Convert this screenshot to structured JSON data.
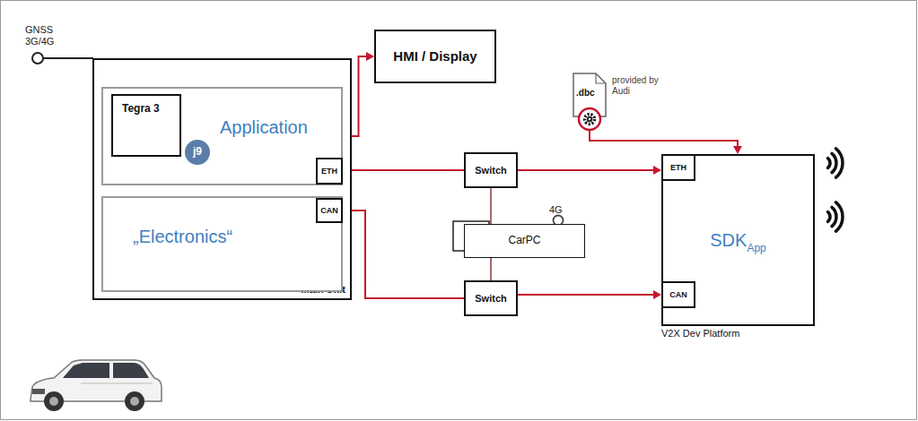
{
  "diagram": {
    "nodes": [
      {
        "text": [
          "Main Unit"
        ]
      },
      {
        "text": [
          "Application"
        ],
        "in": 0
      },
      {
        "text": [
          "Tegra 3"
        ],
        "in": 1
      },
      {
        "text": [
          "j9"
        ],
        "in": 1
      },
      {
        "text": [
          "ETH"
        ],
        "in": 1
      },
      {
        "text": [
          "„Electronics“"
        ],
        "in": 0
      },
      {
        "text": [
          "CAN"
        ],
        "in": 5
      },
      {
        "text": [
          "HMI / Display"
        ]
      },
      {
        "text": [
          "Switch"
        ]
      },
      {
        "text": [
          "CarPC"
        ]
      },
      {
        "text": [
          "Switch"
        ]
      },
      {
        "text": [
          ".dbc"
        ]
      },
      {
        "text": [
          "V2X Dev Platform",
          "SDK",
          "App"
        ]
      },
      {
        "text": [
          "ETH"
        ],
        "in": 12
      },
      {
        "text": [
          "CAN"
        ],
        "in": 12
      }
    ],
    "edges": [
      {
        "from": 1,
        "to": 7,
        "arrow": "to"
      },
      {
        "from": 4,
        "to": 8,
        "arrow": "none"
      },
      {
        "from": 8,
        "to": 13,
        "arrow": "to"
      },
      {
        "from": 6,
        "to": 10,
        "arrow": "none"
      },
      {
        "from": 10,
        "to": 14,
        "arrow": "to"
      },
      {
        "from": 8,
        "to": 9,
        "arrow": "none"
      },
      {
        "from": 9,
        "to": 10,
        "arrow": "none"
      },
      {
        "from": 11,
        "to": 12,
        "arrow": "to"
      }
    ],
    "labels": [
      "GNSS 3G/4G",
      "4G",
      "provided by Audi"
    ]
  }
}
